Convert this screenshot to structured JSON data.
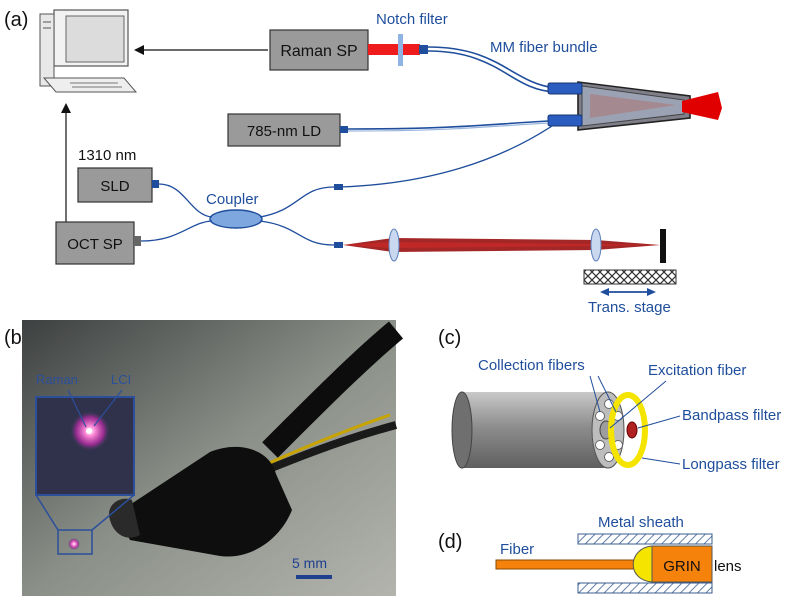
{
  "panels": {
    "a": "(a)",
    "b": "(b)",
    "c": "(c)",
    "d": "(d)"
  },
  "panel_a": {
    "raman_sp": "Raman SP",
    "notch_filter": "Notch filter",
    "mm_fiber_bundle": "MM fiber bundle",
    "ld_785": "785-nm LD",
    "wavelength_1310": "1310 nm",
    "sld": "SLD",
    "coupler": "Coupler",
    "oct_sp": "OCT SP",
    "trans_stage": "Trans. stage"
  },
  "panel_b": {
    "raman": "Raman",
    "lci": "LCI",
    "scale": "5 mm"
  },
  "panel_c": {
    "collection_fibers": "Collection fibers",
    "excitation_fiber": "Excitation fiber",
    "bandpass_filter": "Bandpass filter",
    "longpass_filter": "Longpass filter"
  },
  "panel_d": {
    "metal_sheath": "Metal sheath",
    "fiber": "Fiber",
    "grin": "GRIN",
    "lens": "lens"
  },
  "colors": {
    "label_blue": "#1f4e9c",
    "box_gray": "#9a9a9a",
    "laser_red": "#c40000",
    "fiber_orange": "#f5820a",
    "lens_yellow": "#f5e400"
  }
}
